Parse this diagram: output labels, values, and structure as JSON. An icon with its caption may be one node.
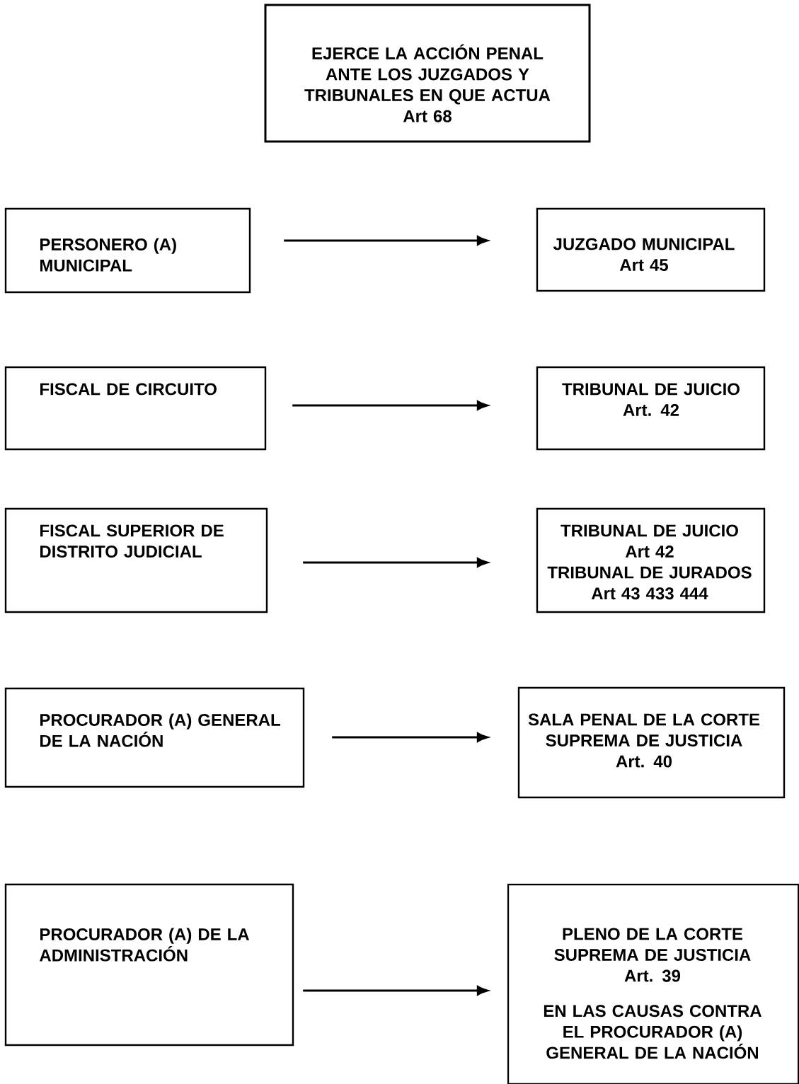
{
  "diagram": {
    "nodes": [
      {
        "text": [
          "EJERCE LA ACCIÓN PENAL ANTE LOS JUZGADOS Y TRIBUNALES EN QUE ACTUA",
          "Art 68"
        ]
      },
      {
        "text": [
          "PERSONERO (A) MUNICIPAL"
        ]
      },
      {
        "text": [
          "JUZGADO MUNICIPAL",
          "Art 45"
        ]
      },
      {
        "text": [
          "FISCAL DE CIRCUITO"
        ]
      },
      {
        "text": [
          "TRIBUNAL DE JUICIO",
          "Art. 42"
        ]
      },
      {
        "text": [
          "FISCAL SUPERIOR DE DISTRITO JUDICIAL"
        ]
      },
      {
        "text": [
          "TRIBUNAL DE JUICIO",
          "Art 42",
          "TRIBUNAL DE JURADOS",
          "Art 43 433 444"
        ]
      },
      {
        "text": [
          "PROCURADOR (A) GENERAL DE LA NACIÓN"
        ]
      },
      {
        "text": [
          "SALA PENAL DE LA CORTE SUPREMA DE JUSTICIA",
          "Art. 40"
        ]
      },
      {
        "text": [
          "PROCURADOR (A) DE LA ADMINISTRACIÓN"
        ]
      },
      {
        "text": [
          "PLENO DE LA CORTE SUPREMA DE JUSTICIA",
          "Art. 39",
          "EN LAS CAUSAS CONTRA EL PROCURADOR (A) GENERAL DE LA NACIÓN"
        ]
      }
    ],
    "edges": [
      {
        "from": 1,
        "to": 2,
        "arrow": "to"
      },
      {
        "from": 3,
        "to": 4,
        "arrow": "to"
      },
      {
        "from": 5,
        "to": 6,
        "arrow": "to"
      },
      {
        "from": 7,
        "to": 8,
        "arrow": "to"
      },
      {
        "from": 9,
        "to": 10,
        "arrow": "to"
      }
    ]
  }
}
